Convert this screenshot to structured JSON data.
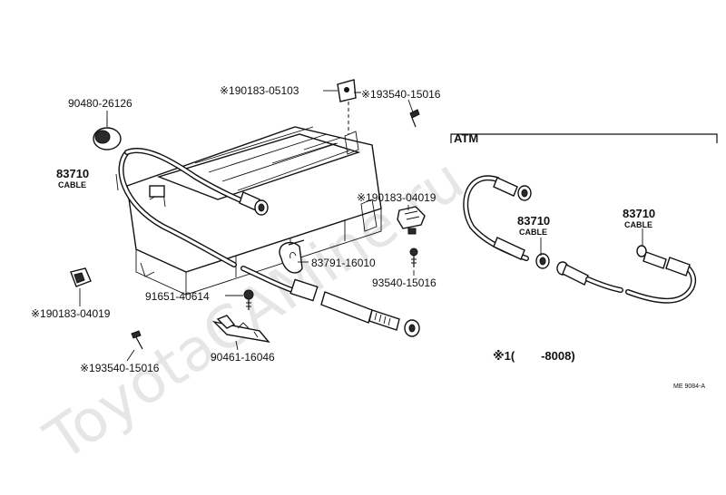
{
  "watermark": "ToyotaCAMine.ru",
  "labels": {
    "p90480": "90480-26126",
    "p190183_05103": "※190183-05103",
    "p193540_top": "※193540-15016",
    "p83710_left": "83710",
    "cable_left": "CABLE",
    "atm": "ATM",
    "p190183_04019_mid": "※190183-04019",
    "p83710_mid": "83710",
    "cable_mid": "CABLE",
    "p83710_right": "83710",
    "cable_right": "CABLE",
    "p83791": "83791-16010",
    "p93540": "93540-15016",
    "p91651": "91651-40614",
    "p190183_04019_left": "※190183-04019",
    "p90461": "90461-16046",
    "p193540_bottom": "※193540-15016",
    "note": "※1(        -8008)",
    "code": "ME 9084-A"
  }
}
